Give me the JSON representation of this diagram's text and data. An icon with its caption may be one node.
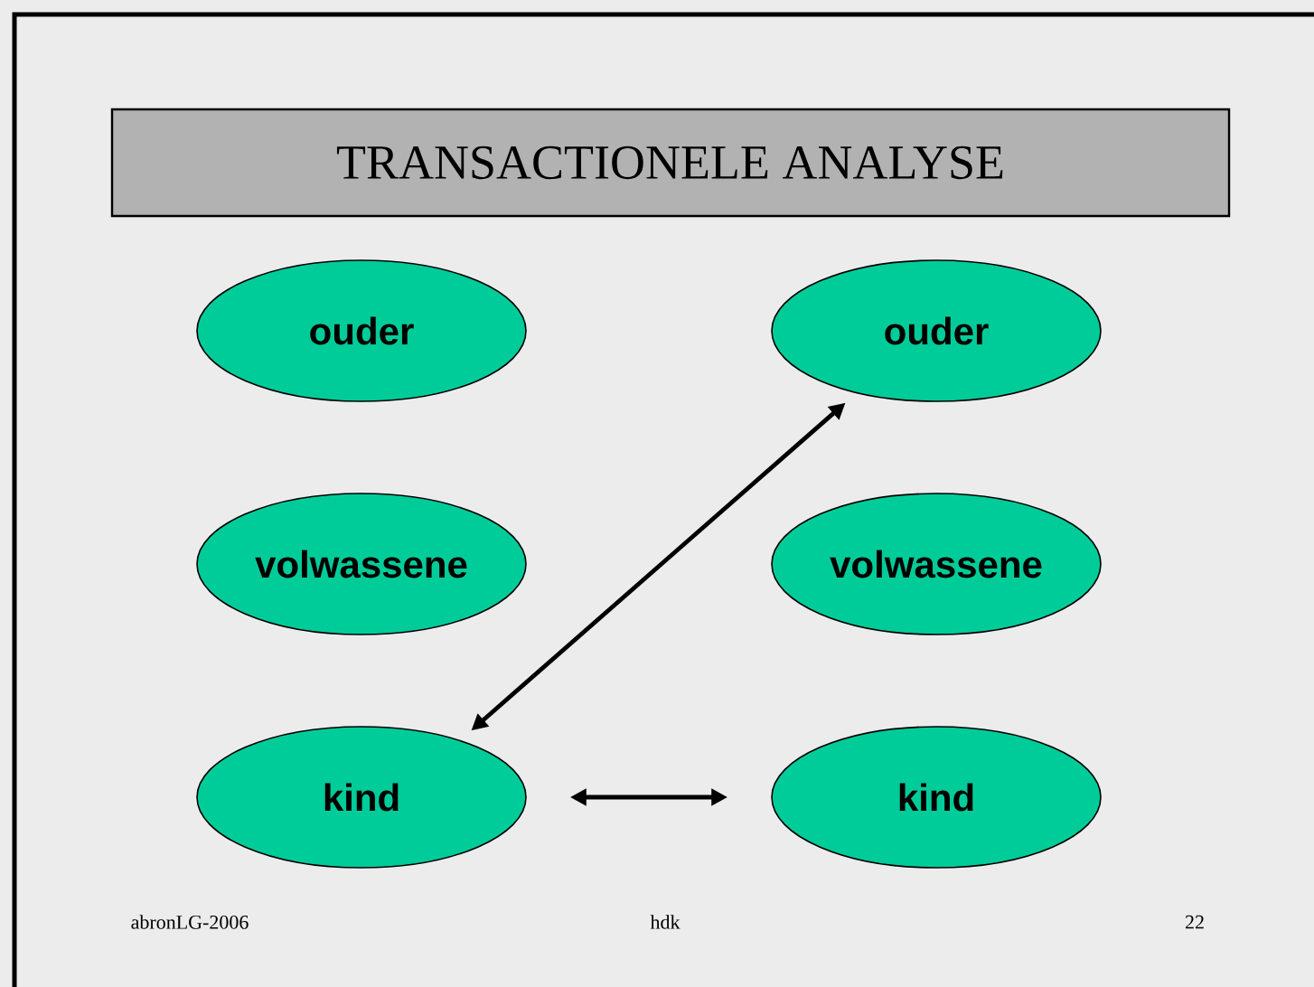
{
  "diagram": {
    "title": "TRANSACTIONELE ANALYSE",
    "nodes": [
      {
        "text": [
          "ouder"
        ]
      },
      {
        "text": [
          "ouder"
        ]
      },
      {
        "text": [
          "volwassene"
        ]
      },
      {
        "text": [
          "volwassene"
        ]
      },
      {
        "text": [
          "kind"
        ]
      },
      {
        "text": [
          "kind"
        ]
      }
    ],
    "edges": [
      {
        "from": 4,
        "to": 1,
        "arrow": "both"
      },
      {
        "from": 4,
        "to": 5,
        "arrow": "both"
      }
    ],
    "labels": [
      "abronLG-2006",
      "hdk",
      "22"
    ]
  }
}
